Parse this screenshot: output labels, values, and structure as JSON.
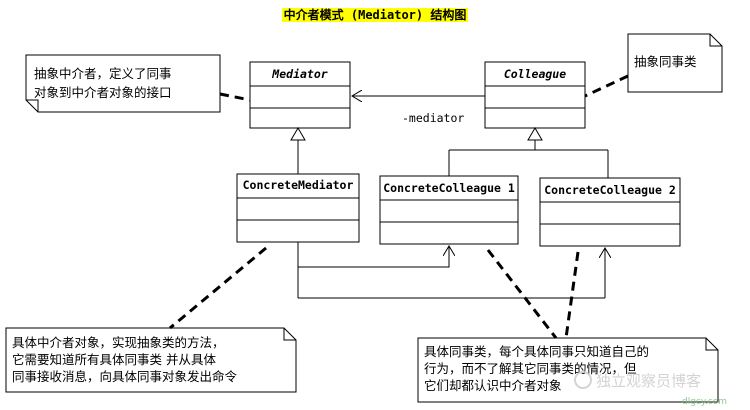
{
  "title": "中介者模式 (Mediator) 结构图",
  "classes": {
    "mediator": {
      "name": "Mediator",
      "abstract": true
    },
    "colleague": {
      "name": "Colleague",
      "abstract": true
    },
    "concrete_mediator": {
      "name": "ConcreteMediator",
      "abstract": false
    },
    "concrete_colleague_1": {
      "name": "ConcreteColleague 1",
      "abstract": false
    },
    "concrete_colleague_2": {
      "name": "ConcreteColleague 2",
      "abstract": false
    }
  },
  "associations": {
    "colleague_to_mediator": "-mediator"
  },
  "notes": {
    "mediator_note": [
      "抽象中介者，定义了同事",
      "对象到中介者对象的接口"
    ],
    "colleague_note": [
      "抽象同事类"
    ],
    "concrete_mediator_note": [
      "具体中介者对象，实现抽象类的方法，",
      "它需要知道所有具体同事类 并从具体",
      "同事接收消息，向具体同事对象发出命令"
    ],
    "concrete_colleague_note": [
      "具体同事类，每个具体同事只知道自己的",
      "行为，而不了解其它同事类的情况，但",
      "它们却都认识中介者对象"
    ]
  },
  "watermark": {
    "text": "独立观察员博客",
    "url": "dlgcy.com"
  }
}
